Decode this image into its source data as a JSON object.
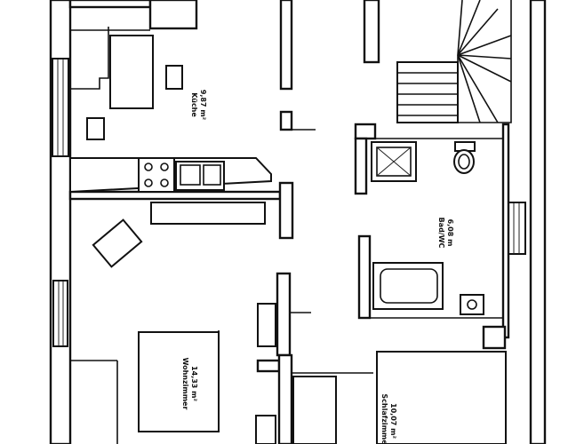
{
  "rooms": {
    "kitchen": {
      "name": "Küche",
      "area": "9,87 m²"
    },
    "bath": {
      "name": "Bad/WC",
      "area": "6,08 m"
    },
    "living": {
      "name": "Wohnzimmer",
      "area": "14,33 m²"
    },
    "bedroom": {
      "name": "Schlafzimmer",
      "area": "10,07 m²"
    }
  },
  "colors": {
    "line": "#111111",
    "paper": "#ffffff"
  }
}
